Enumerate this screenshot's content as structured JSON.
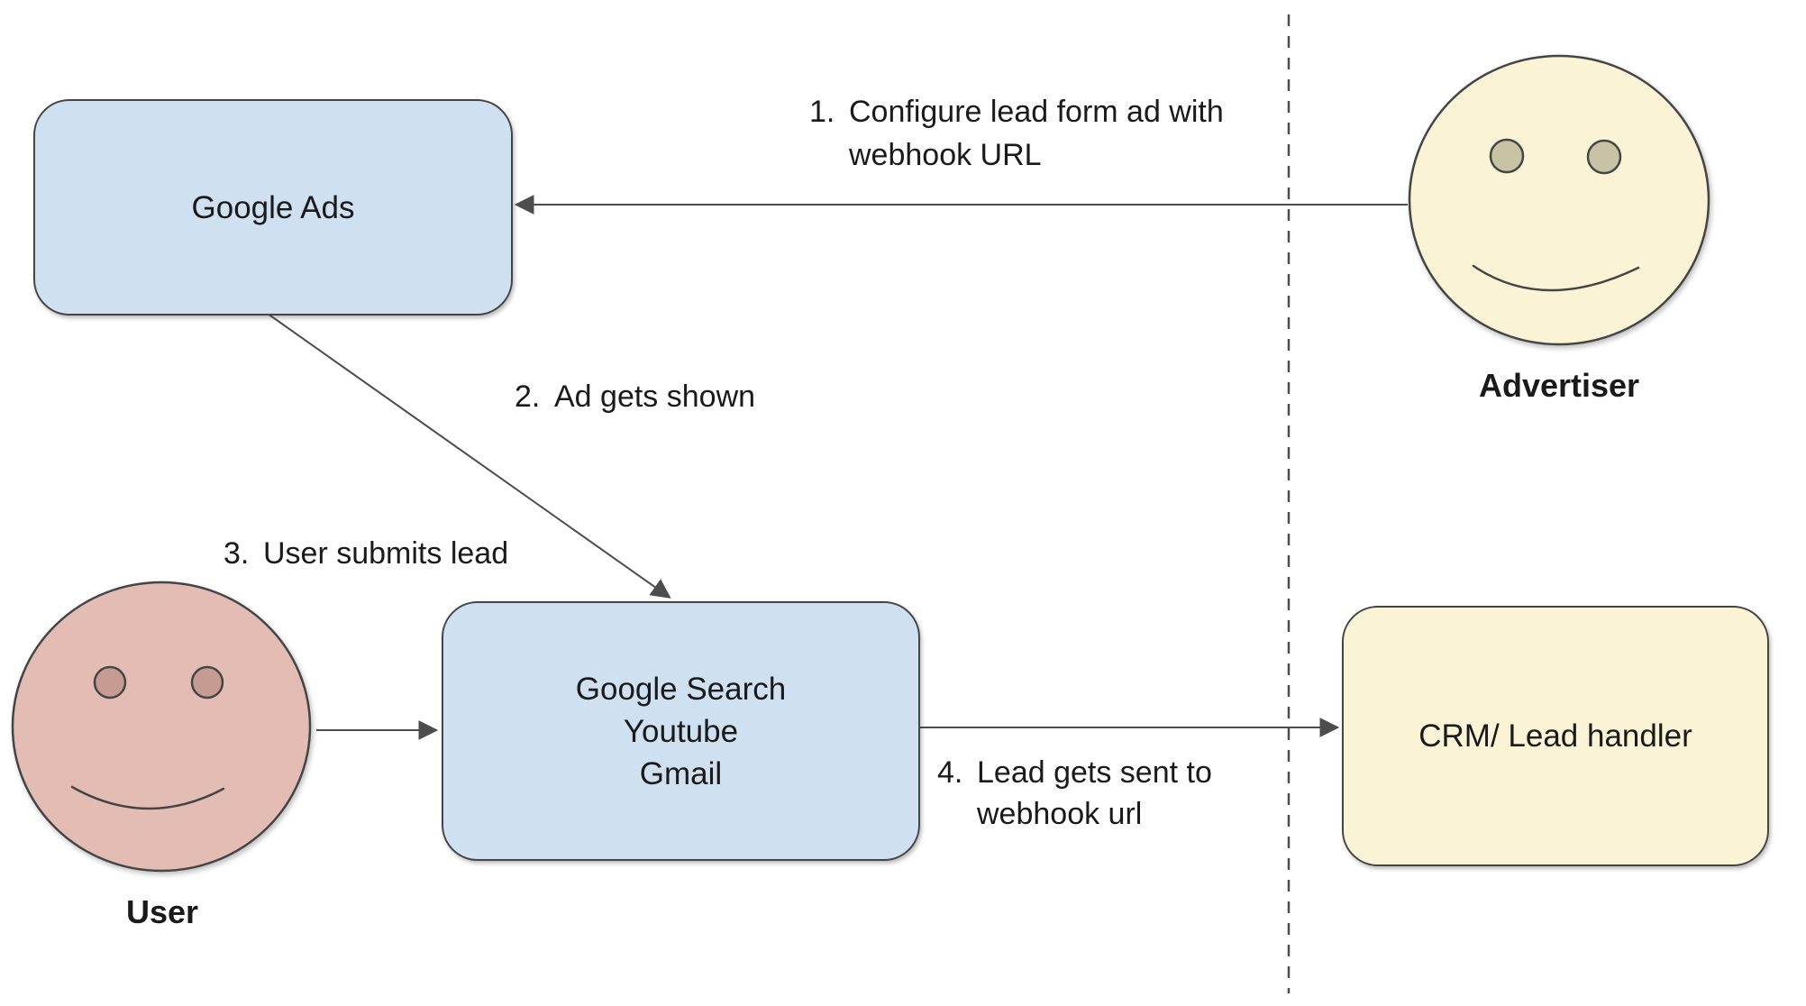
{
  "diagram": {
    "nodes": {
      "google_ads": {
        "label": "Google Ads"
      },
      "google_surfaces": {
        "line1": "Google Search",
        "line2": "Youtube",
        "line3": "Gmail"
      },
      "crm": {
        "label": "CRM/ Lead handler"
      },
      "advertiser": {
        "label": "Advertiser"
      },
      "user": {
        "label": "User"
      }
    },
    "steps": {
      "step1": {
        "number": "1.",
        "line1": "Configure lead form ad with",
        "line2": "webhook URL"
      },
      "step2": {
        "number": "2.",
        "text": "Ad gets shown"
      },
      "step3": {
        "number": "3.",
        "text": "User submits lead"
      },
      "step4": {
        "number": "4.",
        "line1": "Lead gets sent to",
        "line2": "webhook url"
      }
    },
    "colors": {
      "blue_node_fill": "#cfe0f0",
      "yellow_fill": "#fbf3d6",
      "user_face_fill": "#e3bcb3",
      "user_eye_fill": "#c59b92",
      "advertiser_eye_fill": "#c9c3a6",
      "shape_border": "#454545",
      "connector_line": "#4d4d4d",
      "text": "#1a1a1a"
    }
  }
}
